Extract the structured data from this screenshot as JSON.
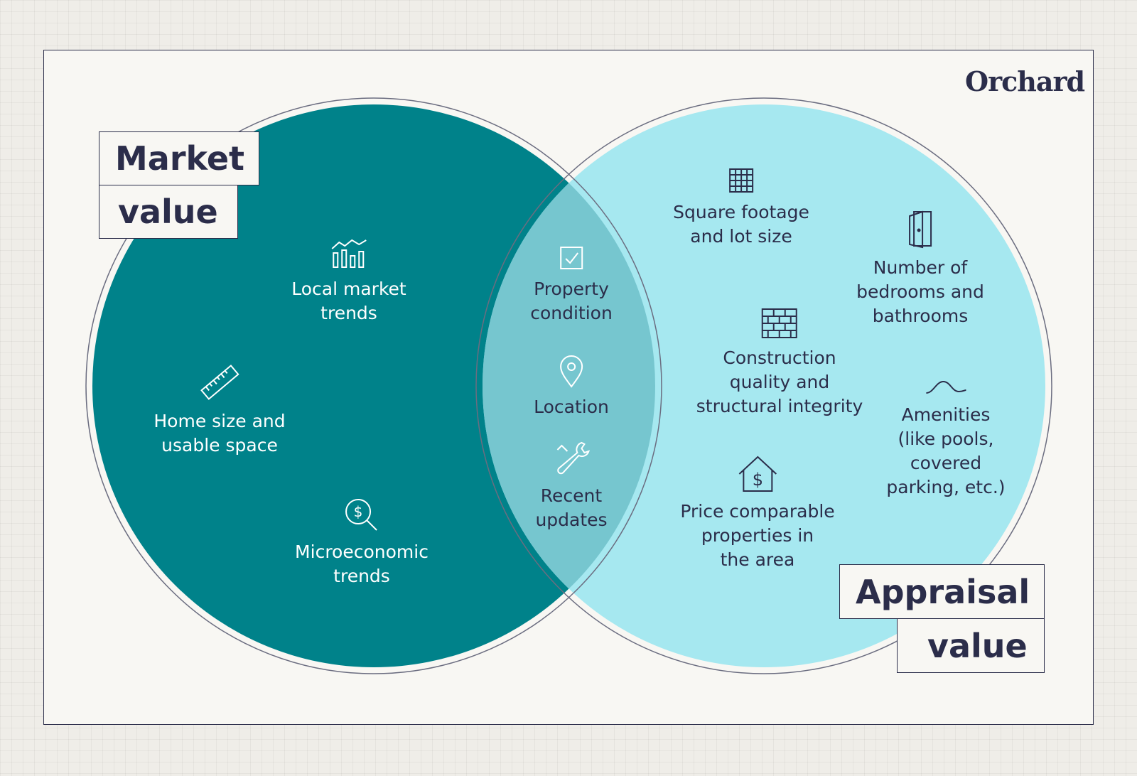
{
  "brand": {
    "logo_text": "Orchard"
  },
  "colors": {
    "market_circle": "#00828a",
    "appraisal_circle": "#a6e8f0",
    "overlap": "#76c6cf",
    "ink": "#2b2d4a",
    "card": "#f8f7f3"
  },
  "market_value": {
    "title_line1": "Market",
    "title_line2": "value",
    "items": [
      {
        "icon": "bar-chart-icon",
        "label": "Local market\ntrends"
      },
      {
        "icon": "ruler-icon",
        "label": "Home size and\nusable space"
      },
      {
        "icon": "dollar-magnifier-icon",
        "label": "Microeconomic\ntrends"
      }
    ]
  },
  "shared": {
    "items": [
      {
        "icon": "checkbox-icon",
        "label": "Property\ncondition"
      },
      {
        "icon": "location-pin-icon",
        "label": "Location"
      },
      {
        "icon": "wrench-icon",
        "label": "Recent\nupdates"
      }
    ]
  },
  "appraisal_value": {
    "title_line1": "Appraisal",
    "title_line2": "value",
    "items": [
      {
        "icon": "grid-icon",
        "label": "Square footage\nand lot size"
      },
      {
        "icon": "door-icon",
        "label": "Number of\nbedrooms and\nbathrooms"
      },
      {
        "icon": "brick-wall-icon",
        "label": "Construction\nquality and\nstructural integrity"
      },
      {
        "icon": "wave-icon",
        "label": "Amenities\n(like pools,\ncovered\nparking, etc.)"
      },
      {
        "icon": "house-dollar-icon",
        "label": "Price comparable\nproperties in\nthe area"
      }
    ]
  }
}
